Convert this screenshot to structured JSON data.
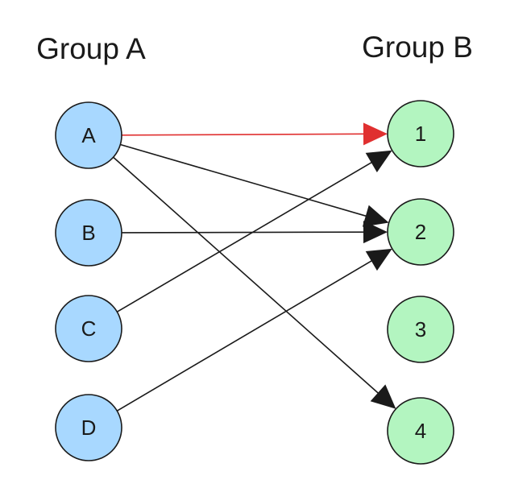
{
  "groups": {
    "left_title": "Group A",
    "right_title": "Group B"
  },
  "left_nodes": [
    {
      "id": "A",
      "label": "A"
    },
    {
      "id": "B",
      "label": "B"
    },
    {
      "id": "C",
      "label": "C"
    },
    {
      "id": "D",
      "label": "D"
    }
  ],
  "right_nodes": [
    {
      "id": "1",
      "label": "1"
    },
    {
      "id": "2",
      "label": "2"
    },
    {
      "id": "3",
      "label": "3"
    },
    {
      "id": "4",
      "label": "4"
    }
  ],
  "edges": [
    {
      "from": "A",
      "to": "1",
      "color": "#e03030"
    },
    {
      "from": "A",
      "to": "2",
      "color": "#1a1a1a"
    },
    {
      "from": "A",
      "to": "4",
      "color": "#1a1a1a"
    },
    {
      "from": "B",
      "to": "2",
      "color": "#1a1a1a"
    },
    {
      "from": "C",
      "to": "1",
      "color": "#1a1a1a"
    },
    {
      "from": "D",
      "to": "2",
      "color": "#1a1a1a"
    }
  ],
  "colors": {
    "group_a_fill": "#a8d8ff",
    "group_b_fill": "#b3f5c0",
    "outline": "#1a1a1a",
    "highlight_edge": "#e03030"
  }
}
